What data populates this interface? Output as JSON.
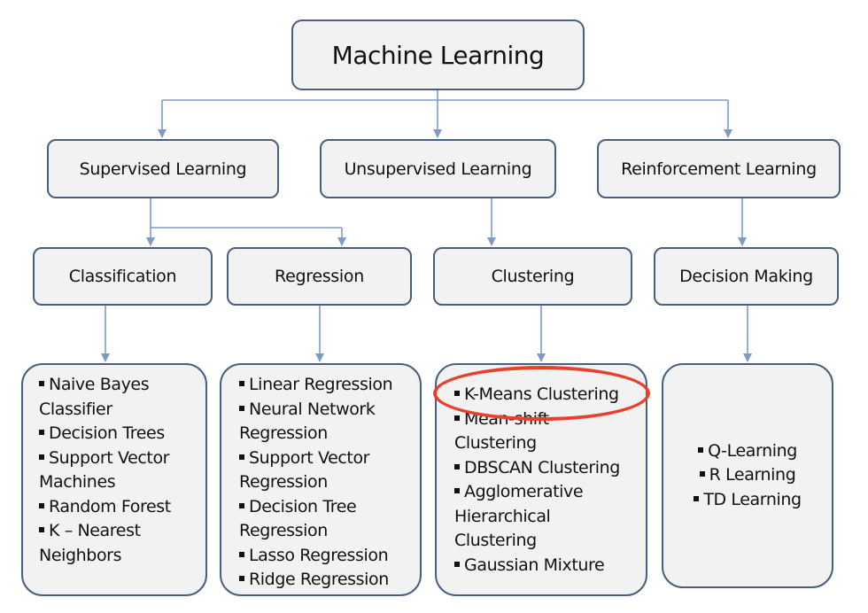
{
  "root": {
    "label": "Machine Learning"
  },
  "categories": [
    {
      "label": "Supervised Learning"
    },
    {
      "label": "Unsupervised Learning"
    },
    {
      "label": "Reinforcement Learning"
    }
  ],
  "tasks": [
    {
      "label": "Classification"
    },
    {
      "label": "Regression"
    },
    {
      "label": "Clustering"
    },
    {
      "label": "Decision Making"
    }
  ],
  "algorithms": [
    {
      "lines": [
        "Naive Bayes",
        "Classifier",
        "Decision Trees",
        "Support Vector",
        "Machines",
        "Random Forest",
        "K – Nearest",
        "Neighbors"
      ]
    },
    {
      "lines": [
        "Linear Regression",
        "Neural Network",
        "Regression",
        "Support Vector",
        "Regression",
        "Decision Tree",
        "Regression",
        "Lasso Regression",
        "Ridge Regression"
      ]
    },
    {
      "lines": [
        "K-Means Clustering",
        "Mean-shift",
        "Clustering",
        "DBSCAN Clustering",
        "Agglomerative",
        "Hierarchical",
        "Clustering",
        "Gaussian Mixture"
      ]
    },
    {
      "lines": [
        "Q-Learning",
        "R Learning",
        "TD Learning"
      ]
    }
  ],
  "highlight": {
    "target": "K-Means Clustering",
    "color": "#e8402a"
  },
  "colors": {
    "box_border": "#4a5f7f",
    "box_fill": "#f2f2f2",
    "connector": "#7f9bc4"
  }
}
